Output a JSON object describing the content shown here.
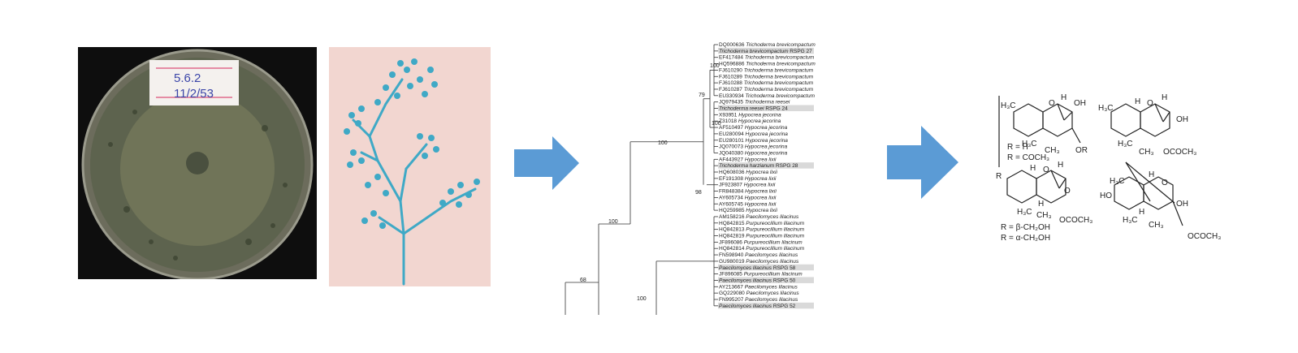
{
  "petri_label": [
    "5.6.2",
    "11/2/53"
  ],
  "tree": {
    "bootstrap": [
      "100",
      "79",
      "100",
      "100",
      "98",
      "100",
      "68",
      "100"
    ],
    "taxa": [
      {
        "id": "DQ000636",
        "sp": "Trichoderma brevicompactum",
        "hl": false
      },
      {
        "id": "",
        "sp": "Trichoderma brevicompactum",
        "tail": "RSPG 27",
        "hl": true
      },
      {
        "id": "EF417484",
        "sp": "Trichoderma brevicompactum",
        "hl": false
      },
      {
        "id": "HQ596886",
        "sp": "Trichoderma brevicompactum",
        "hl": false
      },
      {
        "id": "FJ610290",
        "sp": "Trichoderma brevicompactum",
        "hl": false
      },
      {
        "id": "FJ610289",
        "sp": "Trichoderma brevicompactum",
        "hl": false
      },
      {
        "id": "FJ610288",
        "sp": "Trichoderma brevicompactum",
        "hl": false
      },
      {
        "id": "FJ610287",
        "sp": "Trichoderma brevicompactum",
        "hl": false
      },
      {
        "id": "EU330934",
        "sp": "Trichoderma brevicompactum",
        "hl": false
      },
      {
        "id": "JQ979435",
        "sp": "Trichoderma reesei",
        "hl": false
      },
      {
        "id": "",
        "sp": "Trichoderma reesei",
        "tail": "RSPG 24",
        "hl": true
      },
      {
        "id": "X93951",
        "sp": "Hypocrea jecorina",
        "hl": false
      },
      {
        "id": "Z31018",
        "sp": "Hypocrea jecorina",
        "hl": false
      },
      {
        "id": "AF510497",
        "sp": "Hypocrea jecorina",
        "hl": false
      },
      {
        "id": "EU280094",
        "sp": "Hypocrea jecorina",
        "hl": false
      },
      {
        "id": "EU280101",
        "sp": "Hypocrea jecorina",
        "hl": false
      },
      {
        "id": "JQ070073",
        "sp": "Hypocrea jecorina",
        "hl": false
      },
      {
        "id": "JQ040380",
        "sp": "Hypocrea jecorina",
        "hl": false
      },
      {
        "id": "AF443927",
        "sp": "Hypocrea lixii",
        "hl": false
      },
      {
        "id": "",
        "sp": "Trichoderma harzianum",
        "tail": "RSPG 28",
        "hl": true
      },
      {
        "id": "HQ608036",
        "sp": "Hypocrea lixii",
        "hl": false
      },
      {
        "id": "EF191308",
        "sp": "Hypocrea lixii",
        "hl": false
      },
      {
        "id": "JF923807",
        "sp": "Hypocrea lixii",
        "hl": false
      },
      {
        "id": "FR848384",
        "sp": "Hypocrea lixii",
        "hl": false
      },
      {
        "id": "AY605734",
        "sp": "Hypocrea lixii",
        "hl": false
      },
      {
        "id": "AY605745",
        "sp": "Hypocrea lixii",
        "hl": false
      },
      {
        "id": "HQ259985",
        "sp": "Hypocrea lixii",
        "hl": false
      },
      {
        "id": "AM158216",
        "sp": "Paecilomyces lilacinus",
        "hl": false
      },
      {
        "id": "HQ842815",
        "sp": "Purpureocillium lilacinum",
        "hl": false
      },
      {
        "id": "HQ842813",
        "sp": "Purpureocillium lilacinum",
        "hl": false
      },
      {
        "id": "HQ842819",
        "sp": "Purpureocillium lilacinum",
        "hl": false
      },
      {
        "id": "JF896086",
        "sp": "Purpureocillium lilacinum",
        "hl": false
      },
      {
        "id": "HQ842814",
        "sp": "Purpureocillium lilacinum",
        "hl": false
      },
      {
        "id": "FN598940",
        "sp": "Paecilomyces lilacinus",
        "hl": false
      },
      {
        "id": "GU980019",
        "sp": "Paecilomyces lilacinus",
        "hl": false
      },
      {
        "id": "",
        "sp": "Paecilomyces lilacinus",
        "tail": "RSPG 58",
        "hl": true
      },
      {
        "id": "JF896085",
        "sp": "Purpureocillium lilacinum",
        "hl": false
      },
      {
        "id": "",
        "sp": "Paecilomyces lilacinus",
        "tail": "RSPG 50",
        "hl": true
      },
      {
        "id": "AY213667",
        "sp": "Paecilomyces lilacinus",
        "hl": false
      },
      {
        "id": "GQ229080",
        "sp": "Paecilomyces lilacinus",
        "hl": false
      },
      {
        "id": "FN995207",
        "sp": "Paecilomyces lilacinus",
        "hl": false
      },
      {
        "id": "",
        "sp": "Paecilomyces lilacinus",
        "tail": "RSPG 52",
        "hl": true
      }
    ]
  },
  "chem": {
    "h3c": "H₃C",
    "oh": "OH",
    "h": "H",
    "o": "O",
    "or": "OR",
    "ch3": "CH₃",
    "ococh3": "OCOCH₃",
    "r": "R",
    "ho": "HO",
    "r_h": "R = H",
    "r_coch3": "R = COCH₃",
    "r_beta": "R = β-CH₂OH",
    "r_alpha": "R = α-CH₂OH"
  },
  "colors": {
    "arrow": "#5b9bd5",
    "highlight": "#d9d9d9",
    "stain": "#3fa9c6"
  }
}
